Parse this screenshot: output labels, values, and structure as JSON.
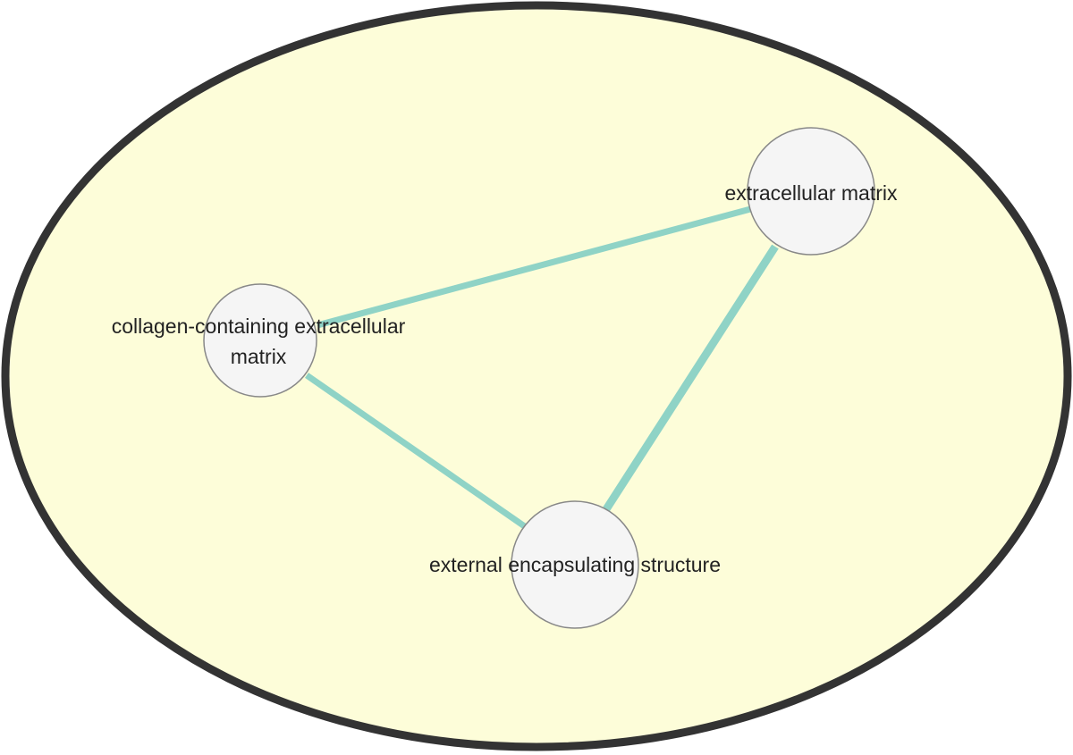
{
  "colors": {
    "background": "#ffffff",
    "cluster_fill": "#fdfdd9",
    "cluster_stroke": "#333333",
    "node_fill": "#f5f5f5",
    "node_stroke": "#888888",
    "edge": "#8fd3c6",
    "label": "#222222"
  },
  "nodes": [
    {
      "id": "extracellular_matrix",
      "label_lines": [
        "extracellular matrix"
      ]
    },
    {
      "id": "collagen_ecm",
      "label_lines": [
        "collagen-containing extracellular",
        "matrix"
      ]
    },
    {
      "id": "external_encapsulating",
      "label_lines": [
        "external encapsulating structure"
      ]
    }
  ],
  "edges": [
    {
      "source": "collagen_ecm",
      "target": "extracellular_matrix"
    },
    {
      "source": "collagen_ecm",
      "target": "external_encapsulating"
    },
    {
      "source": "extracellular_matrix",
      "target": "external_encapsulating"
    }
  ]
}
